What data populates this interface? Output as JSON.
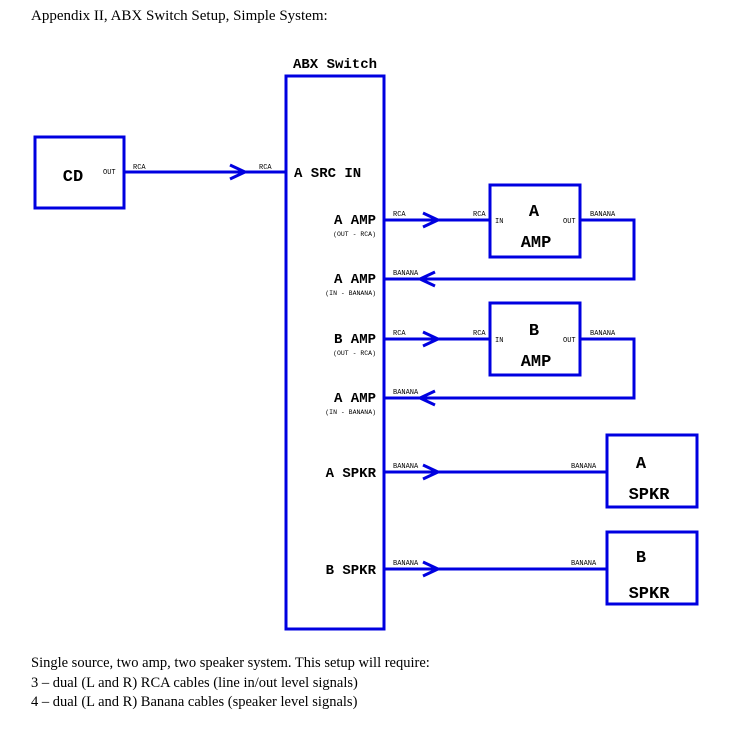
{
  "heading": "Appendix II, ABX Switch Setup, Simple System:",
  "switch": {
    "title": "ABX Switch",
    "a_src_in": "A SRC IN",
    "a_amp_out": "A AMP",
    "a_amp_out_sub": "(OUT - RCA)",
    "a_amp_in": "A AMP",
    "a_amp_in_sub": "(IN - BANANA)",
    "b_amp_out": "B AMP",
    "b_amp_out_sub": "(OUT - RCA)",
    "b_amp_in": "A AMP",
    "b_amp_in_sub": "(IN - BANANA)",
    "a_spkr": "A SPKR",
    "b_spkr": "B SPKR"
  },
  "cd": {
    "label": "CD",
    "out": "OUT"
  },
  "amp_a": {
    "line1": "A",
    "line2": "AMP",
    "in": "IN",
    "out": "OUT"
  },
  "amp_b": {
    "line1": "B",
    "line2": "AMP",
    "in": "IN",
    "out": "OUT"
  },
  "spkr_a": {
    "line1": "A",
    "line2": "SPKR"
  },
  "spkr_b": {
    "line1": "B",
    "line2": "SPKR"
  },
  "cables": {
    "rca": "RCA",
    "banana": "BANANA"
  },
  "footer": {
    "line1": "Single source, two amp, two speaker system.  This setup will require:",
    "line2": "3 – dual (L and R) RCA cables (line in/out level signals)",
    "line3": "4 – dual (L and R) Banana cables (speaker level signals)"
  },
  "colors": {
    "line": "#0000e0"
  }
}
